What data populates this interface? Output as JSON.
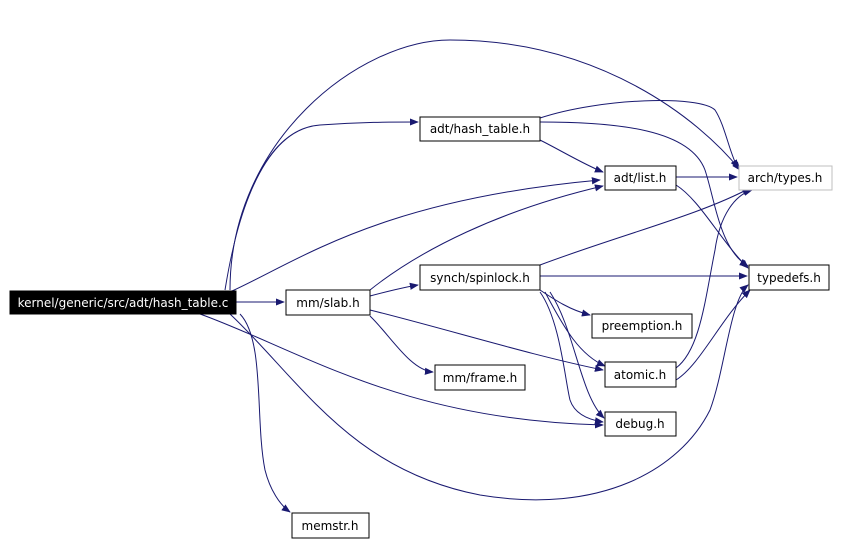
{
  "diagram": {
    "nodes": {
      "root": "kernel/generic/src/adt/hash_table.c",
      "hash_table_h": "adt/hash_table.h",
      "list_h": "adt/list.h",
      "arch_types_h": "arch/types.h",
      "typedefs_h": "typedefs.h",
      "slab_h": "mm/slab.h",
      "spinlock_h": "synch/spinlock.h",
      "preemption_h": "preemption.h",
      "frame_h": "mm/frame.h",
      "atomic_h": "atomic.h",
      "debug_h": "debug.h",
      "memstr_h": "memstr.h"
    },
    "colors": {
      "edge": "#191970",
      "node_border": "#000000",
      "root_fill": "#000000",
      "root_text": "#ffffff",
      "node_text": "#000000",
      "unlinked_border": "#bfbfbf"
    }
  }
}
